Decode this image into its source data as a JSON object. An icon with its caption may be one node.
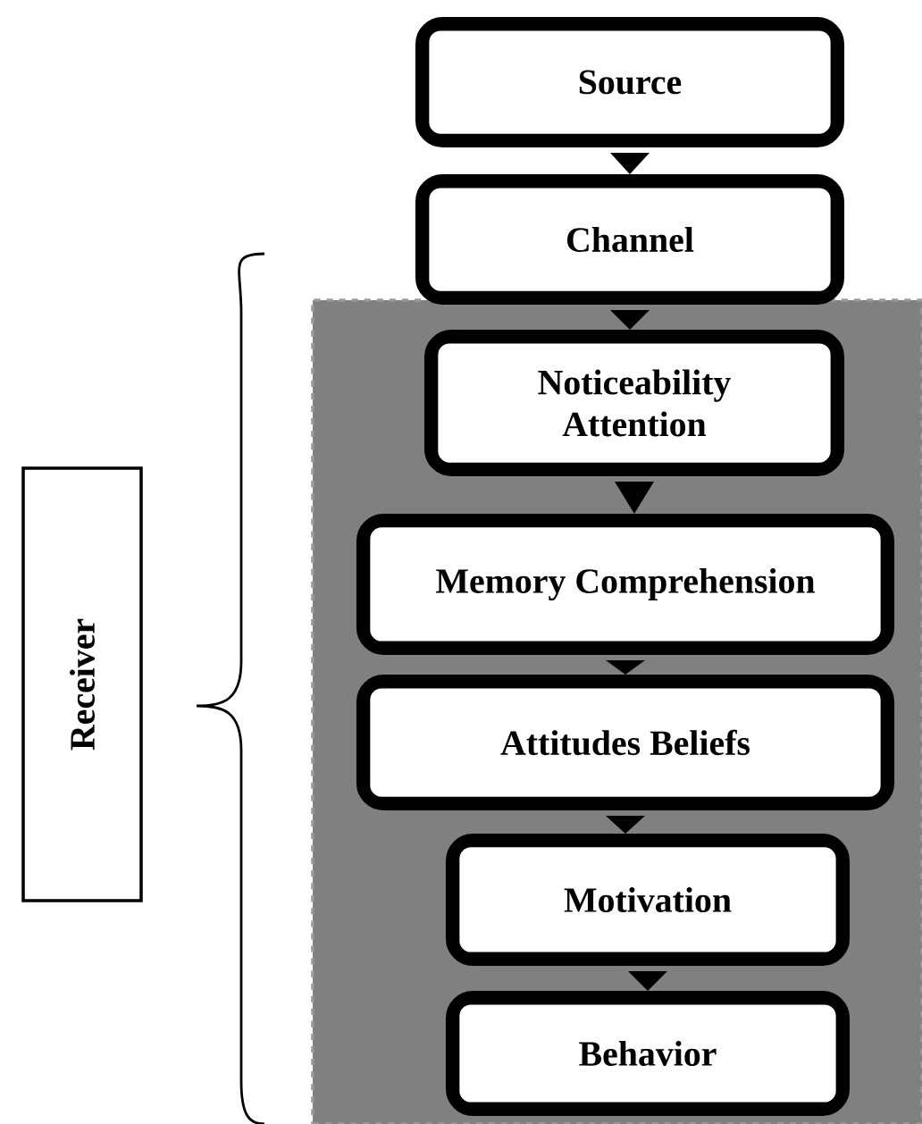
{
  "diagram": {
    "nodes": [
      {
        "text": [
          "Source"
        ]
      },
      {
        "text": [
          "Channel"
        ]
      },
      {
        "text": [],
        "shape": "box"
      },
      {
        "text": [
          "Noticeability Attention"
        ],
        "in": 2
      },
      {
        "text": [
          "Memory Comprehension"
        ],
        "in": 2
      },
      {
        "text": [
          "Attitudes Beliefs"
        ],
        "in": 2
      },
      {
        "text": [
          "Motivation"
        ],
        "in": 2
      },
      {
        "text": [
          "Behavior"
        ],
        "in": 2
      },
      {
        "text": [
          "Receiver"
        ]
      }
    ],
    "edges": [
      {
        "from": 0,
        "to": 1,
        "arrow": "to"
      },
      {
        "from": 1,
        "to": 3,
        "arrow": "to"
      },
      {
        "from": 3,
        "to": 4,
        "arrow": "to"
      },
      {
        "from": 4,
        "to": 5,
        "arrow": "to"
      },
      {
        "from": 5,
        "to": 6,
        "arrow": "to"
      },
      {
        "from": 6,
        "to": 7,
        "arrow": "to"
      }
    ]
  }
}
